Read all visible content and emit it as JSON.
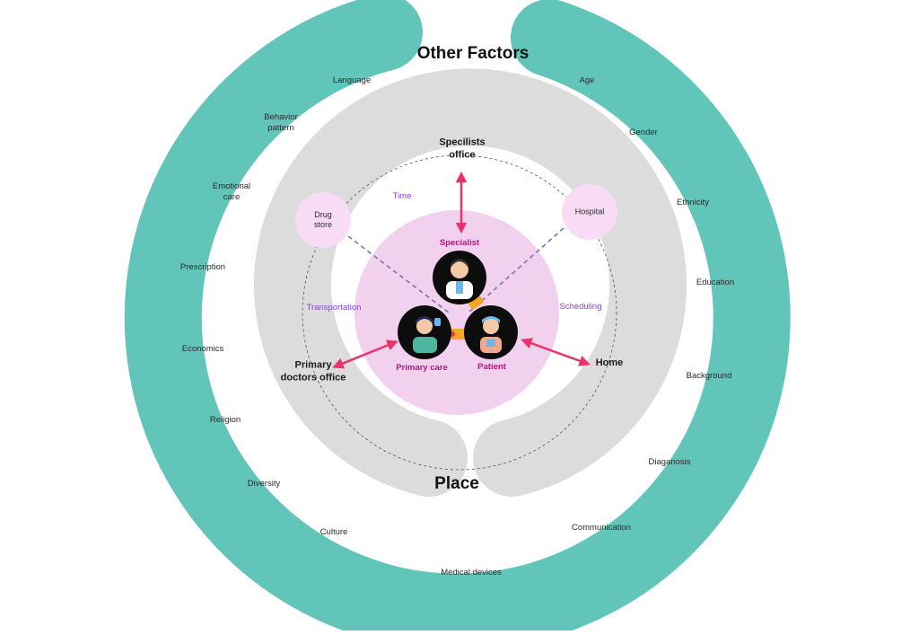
{
  "title": "Other Factors",
  "center_label": "Place",
  "left_factors": [
    "Language",
    "Behavior\npattern",
    "Emotional\ncare",
    "Prescription",
    "Economics",
    "Religion",
    "Diversity",
    "Culture",
    "Medical devices"
  ],
  "right_factors": [
    "Age",
    "Gender",
    "Ethnicity",
    "Education",
    "Background",
    "Diaganosis",
    "Communication"
  ],
  "places": {
    "specialist_office": "Specilists\noffice",
    "drug_store": "Drug\nstore",
    "hospital": "Hospital",
    "primary_office": "Primary\ndoctors office",
    "home": "Home"
  },
  "barriers": {
    "time": "Time",
    "transportation": "Transportation",
    "scheduling": "Scheduling"
  },
  "actors": {
    "specialist": "Specialist",
    "primary_care": "Primary care",
    "patient": "Patient"
  },
  "colors": {
    "teal": "#62c5b9",
    "gray": "#dcdcdc",
    "pink_center": "#f2d1ef",
    "pink_place": "#f8dcf6",
    "arrow": "#e8336b",
    "dash_line": "#6f78b8"
  }
}
